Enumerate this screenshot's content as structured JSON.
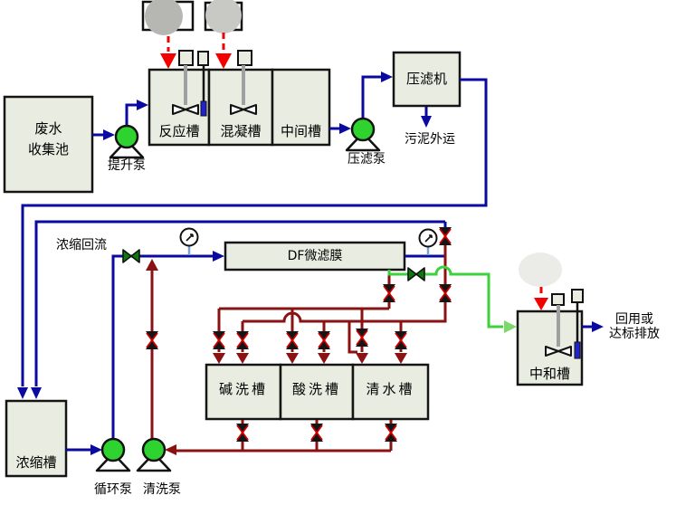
{
  "labels": {
    "wastewater_line1": "废水",
    "wastewater_line2": "收集池",
    "lift_pump": "提升泵",
    "reaction_tank": "反应槽",
    "coagulation_tank": "混凝槽",
    "intermediate_tank": "中间槽",
    "filter_press_pump": "压滤泵",
    "filter_press": "压滤机",
    "sludge_out": "污泥外运",
    "concentrate_reflux": "浓缩回流",
    "df_membrane": "DF微滤膜",
    "alkali_tank": "碱洗槽",
    "acid_tank": "酸洗槽",
    "clean_water_tank": "清水槽",
    "neutralization_tank": "中和槽",
    "reuse_line1": "回用或",
    "reuse_line2": "达标排放",
    "concentration_tank": "浓缩槽",
    "circulation_pump": "循环泵",
    "cleaning_pump": "清洗泵"
  },
  "colors": {
    "pipe_blue": "#0a0aa0",
    "pipe_dark_red": "#8b1212",
    "dosing_red": "#f40000",
    "product_green": "#3dd23d",
    "product_green_light": "#7ad96a",
    "valve_green": "#0b7a0b",
    "pump_green": "#2fd32f",
    "tank_fill": "#e9ede1",
    "probe_blue": "#2222cc"
  }
}
